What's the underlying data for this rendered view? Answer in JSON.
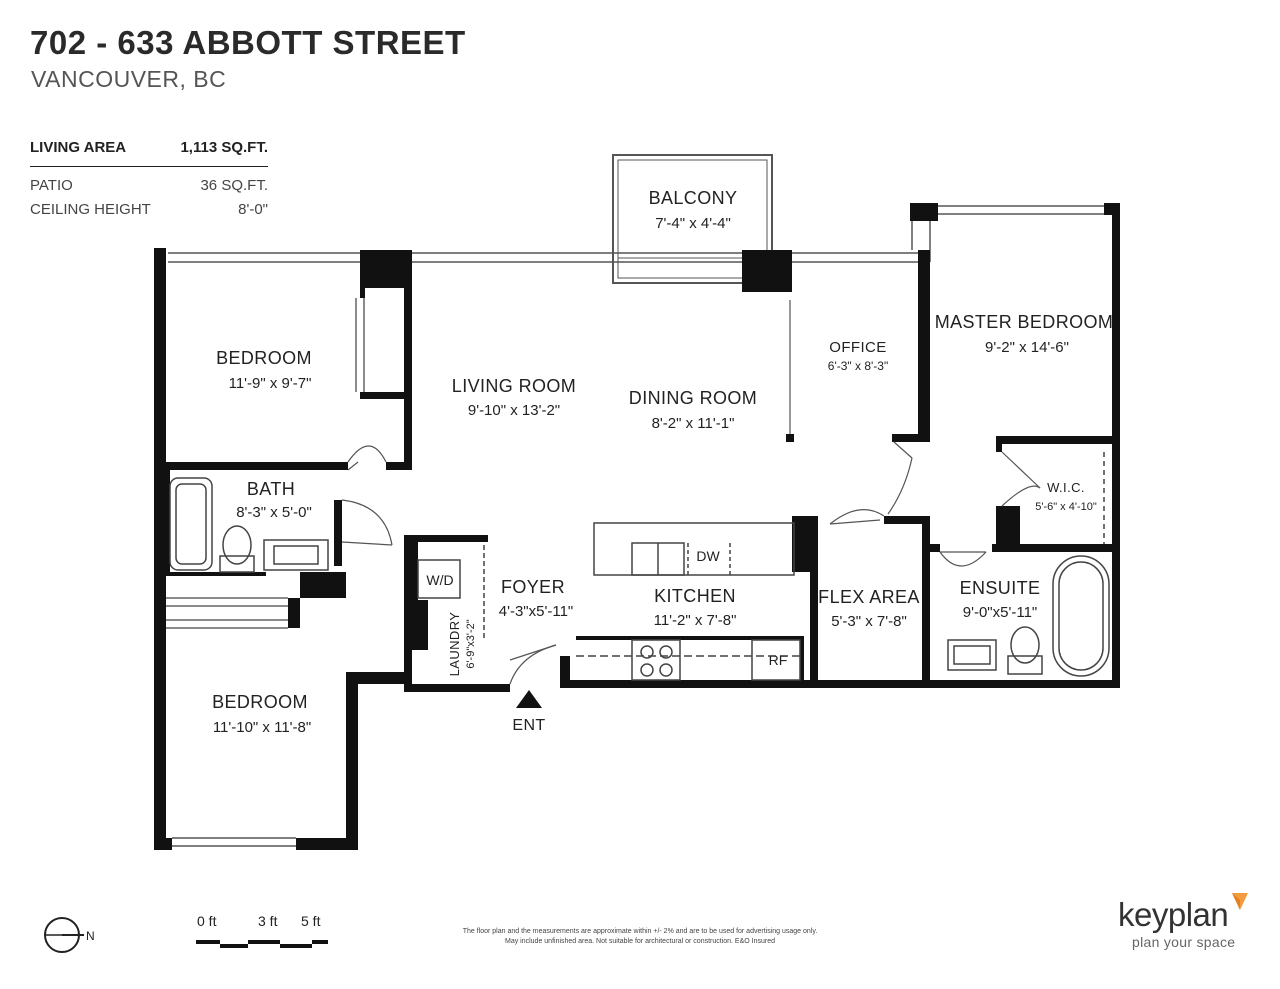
{
  "header": {
    "title": "702 - 633 ABBOTT STREET",
    "subtitle": "VANCOUVER, BC"
  },
  "summary": {
    "living_area_label": "LIVING AREA",
    "living_area_value": "1,113 SQ.FT.",
    "patio_label": "PATIO",
    "patio_value": "36 SQ.FT.",
    "ceiling_label": "CEILING HEIGHT",
    "ceiling_value": "8'-0\""
  },
  "rooms": {
    "balcony": {
      "name": "BALCONY",
      "dims": "7'-4\"  x  4'-4\""
    },
    "bedroom1": {
      "name": "BEDROOM",
      "dims": "11'-9\"  x  9'-7\""
    },
    "living": {
      "name": "LIVING ROOM",
      "dims": "9'-10\"  x  13'-2\""
    },
    "dining": {
      "name": "DINING ROOM",
      "dims": "8'-2\"  x  11'-1\""
    },
    "office": {
      "name": "OFFICE",
      "dims": "6'-3\"  x  8'-3\""
    },
    "master": {
      "name": "MASTER BEDROOM",
      "dims": "9'-2\"  x  14'-6\""
    },
    "wic": {
      "name": "W.I.C.",
      "dims": "5'-6\" x 4'-10\""
    },
    "bath": {
      "name": "BATH",
      "dims": "8'-3\"  x  5'-0\""
    },
    "foyer": {
      "name": "FOYER",
      "dims": "4'-3\"x5'-11\""
    },
    "kitchen": {
      "name": "KITCHEN",
      "dims": "11'-2\"  x  7'-8\""
    },
    "flex": {
      "name": "FLEX AREA",
      "dims": "5'-3\" x 7'-8\""
    },
    "ensuite": {
      "name": "ENSUITE",
      "dims": "9'-0\"x5'-11\""
    },
    "laundry": {
      "name": "LAUNDRY",
      "dims": "6'-9\"x3'-2\""
    },
    "bedroom2": {
      "name": "BEDROOM",
      "dims": "11'-10\"  x  11'-8\""
    }
  },
  "fixtures": {
    "washer_dryer": "W/D",
    "dishwasher": "DW",
    "fridge": "RF"
  },
  "entry": {
    "label": "ENT"
  },
  "north": {
    "label": "N"
  },
  "scale": {
    "label_0": "0 ft",
    "label_3": "3 ft",
    "label_5": "5 ft"
  },
  "disclaimer": {
    "line1": "The floor plan and the measurements are approximate within +/- 2% and are to be used for advertising usage only.",
    "line2": "May include unfinished area. Not suitable for architectural or construction. E&O Insured"
  },
  "brand": {
    "name": "keyplan",
    "tagline": "plan your space",
    "accent_color": "#f39c3d"
  }
}
